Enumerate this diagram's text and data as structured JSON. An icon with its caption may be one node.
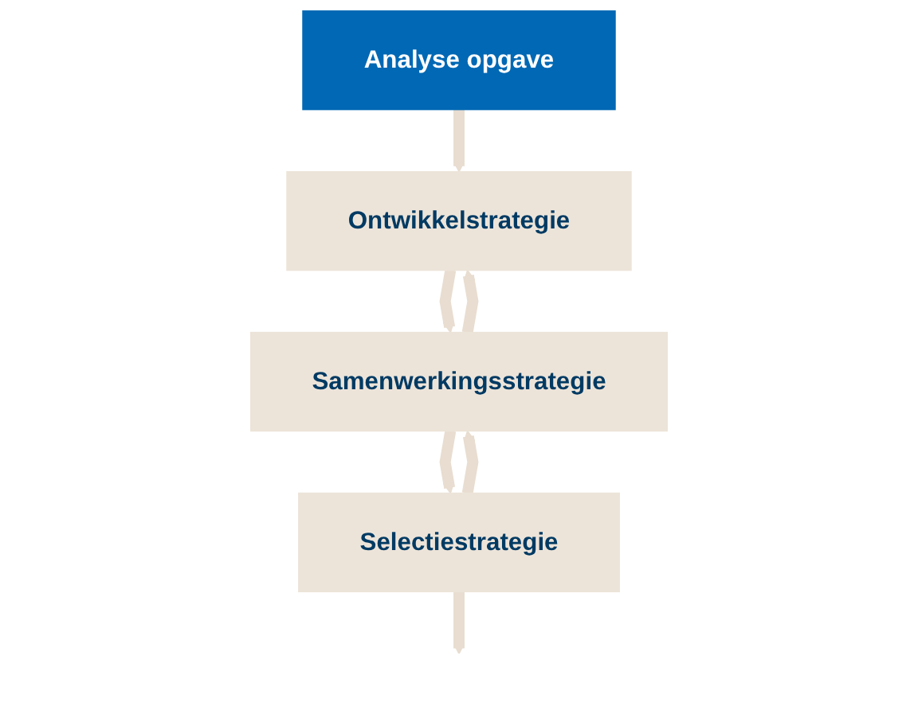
{
  "diagram": {
    "nodes": [
      {
        "text": [
          "Analyse opgave"
        ]
      },
      {
        "text": [
          "Ontwikkelstrategie"
        ]
      },
      {
        "text": [
          "Samenwerkingsstrategie"
        ]
      },
      {
        "text": [
          "Selectiestrategie"
        ]
      }
    ],
    "edges": [
      {
        "from": 0,
        "to": 1,
        "arrow": "to"
      },
      {
        "from": 1,
        "to": 2,
        "arrow": "to"
      },
      {
        "from": 2,
        "to": 1,
        "arrow": "to"
      },
      {
        "from": 2,
        "to": 3,
        "arrow": "to"
      },
      {
        "from": 3,
        "to": 2,
        "arrow": "to"
      },
      {
        "from": 3,
        "to": null,
        "arrow": "to"
      }
    ]
  }
}
